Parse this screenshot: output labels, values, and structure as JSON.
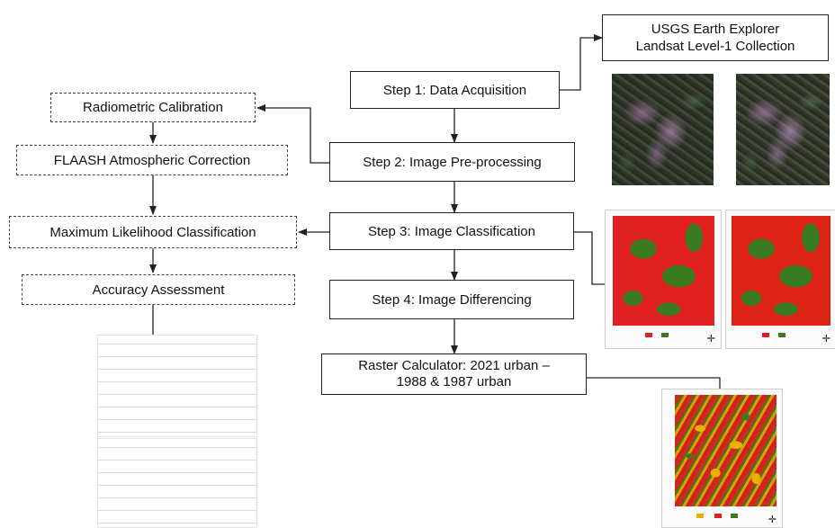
{
  "boxes": {
    "usgs_line1": "USGS Earth Explorer",
    "usgs_line2": "Landsat Level-1 Collection",
    "step1": "Step 1: Data Acquisition",
    "step2": "Step 2: Image Pre-processing",
    "step3": "Step 3: Image  Classification",
    "step4": "Step 4: Image  Differencing",
    "raster_line1": "Raster Calculator:  2021 urban –",
    "raster_line2": "1988 & 1987 urban",
    "radiometric": "Radiometric Calibration",
    "flaash": "FLAASH Atmospheric Correction",
    "mlc": "Maximum  Likelihood Classification",
    "accuracy": "Accuracy Assessment"
  },
  "colors": {
    "class_urban": "#e02020",
    "class_vegetation": "#3b7a1f",
    "change_yellow": "#e6b200",
    "line": "#222222"
  }
}
